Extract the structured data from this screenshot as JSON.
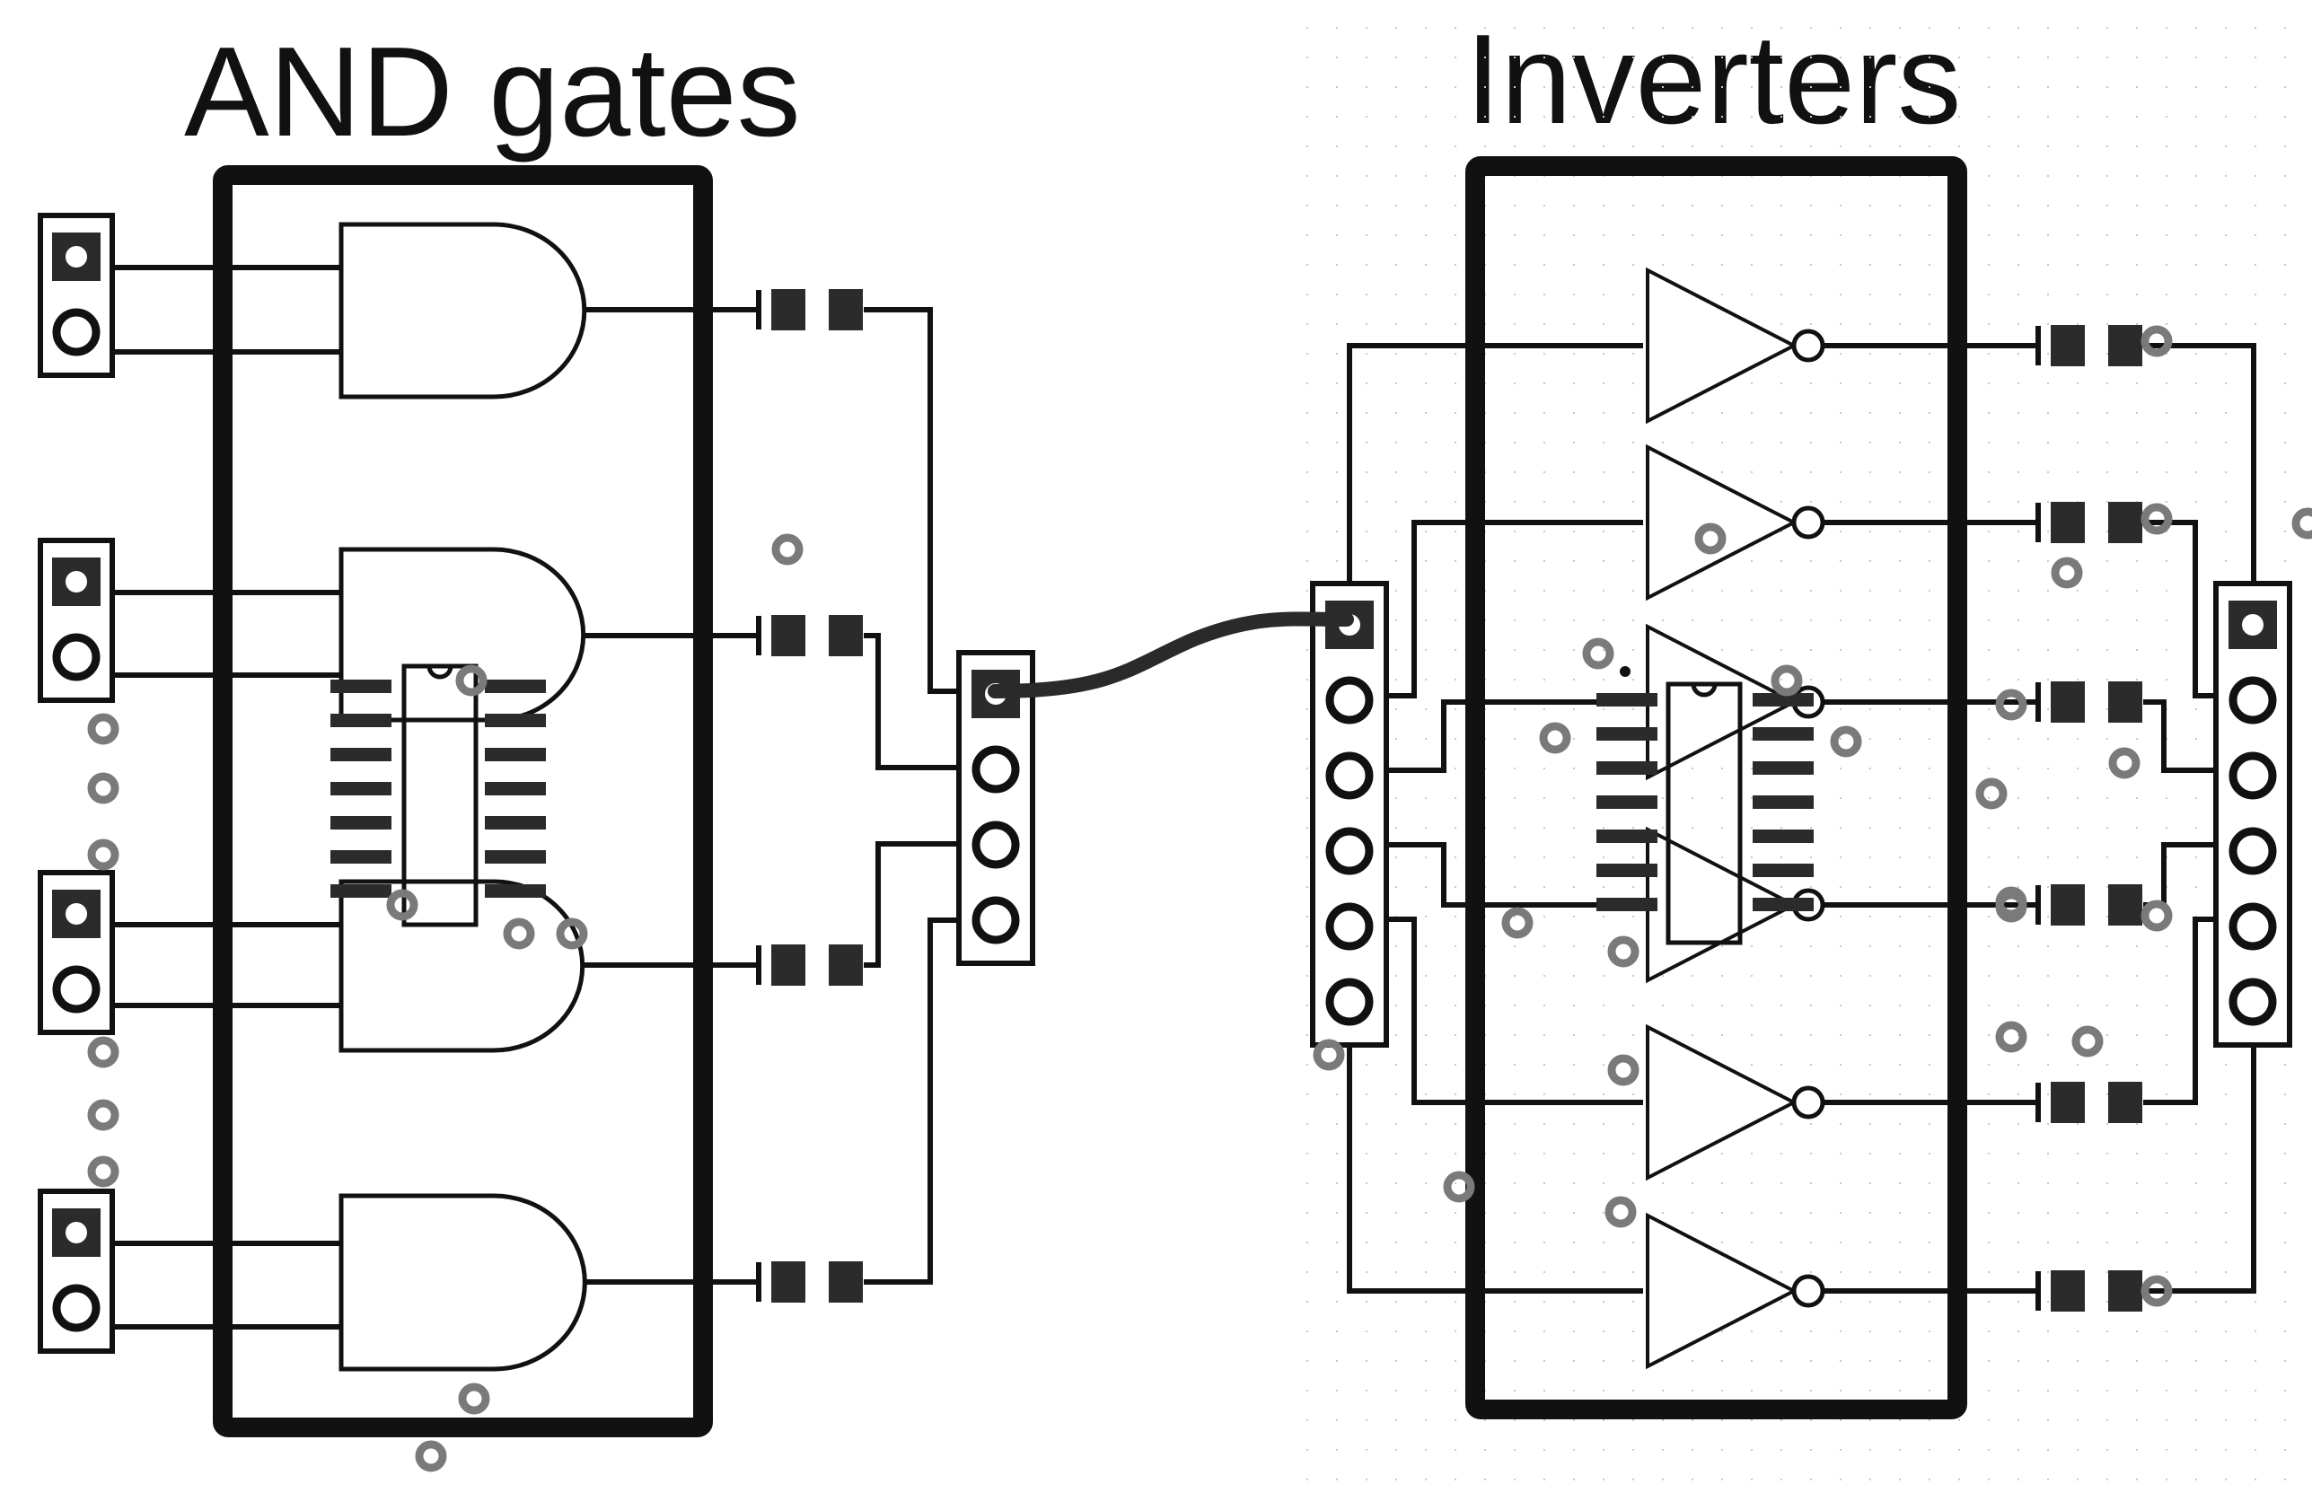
{
  "diagram": {
    "left_title": "AND gates",
    "right_title": "Inverters",
    "colors": {
      "ink": "#111111",
      "pad_fill": "#2b2b2b",
      "stray_via": "#7a7a7a",
      "grid_dot": "#c8c8c8",
      "background": "#ffffff"
    },
    "and_module": {
      "gate_count": 4,
      "input_headers": 4,
      "output_header_pins": 4
    },
    "inverter_module": {
      "inverter_count": 6,
      "input_header_pins": 6,
      "output_header_pins": 6
    },
    "ic_package_pins_per_side": 7
  }
}
